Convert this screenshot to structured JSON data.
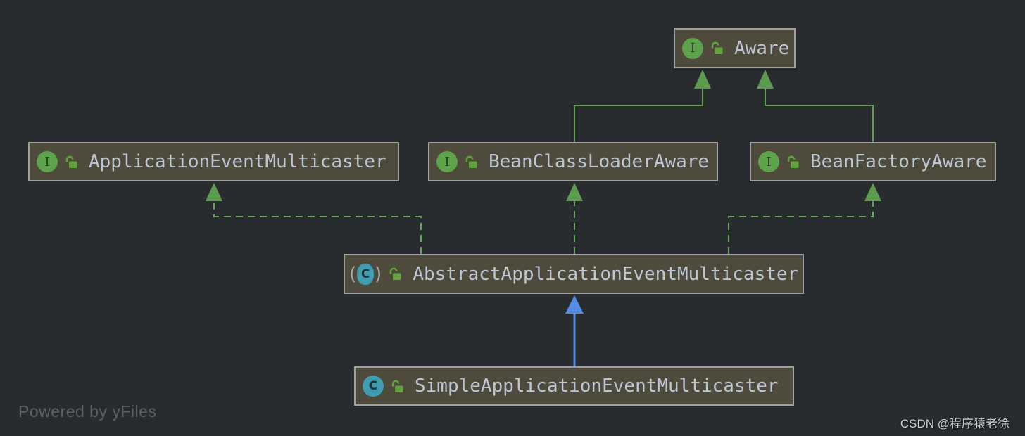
{
  "diagram": {
    "kind": "uml-class-diagram",
    "background": "#292c2e"
  },
  "nodes": [
    {
      "id": "aware",
      "label": "Aware",
      "type": "interface"
    },
    {
      "id": "application-event-multicaster",
      "label": "ApplicationEventMulticaster",
      "type": "interface"
    },
    {
      "id": "bean-class-loader-aware",
      "label": "BeanClassLoaderAware",
      "type": "interface"
    },
    {
      "id": "bean-factory-aware",
      "label": "BeanFactoryAware",
      "type": "interface"
    },
    {
      "id": "abstract-application-event-multicaster",
      "label": "AbstractApplicationEventMulticaster",
      "type": "abstract-class"
    },
    {
      "id": "simple-application-event-multicaster",
      "label": "SimpleApplicationEventMulticaster",
      "type": "class"
    }
  ],
  "icons": {
    "interface_letter": "I",
    "class_letter": "C",
    "paren_open": "(",
    "paren_close": ")",
    "lock": "unlocked-padlock"
  },
  "edges": [
    {
      "from": "BeanClassLoaderAware",
      "to": "Aware",
      "relation": "extends",
      "style": "solid-green"
    },
    {
      "from": "BeanFactoryAware",
      "to": "Aware",
      "relation": "extends",
      "style": "solid-green"
    },
    {
      "from": "AbstractApplicationEventMulticaster",
      "to": "ApplicationEventMulticaster",
      "relation": "implements",
      "style": "dashed-green"
    },
    {
      "from": "AbstractApplicationEventMulticaster",
      "to": "BeanClassLoaderAware",
      "relation": "implements",
      "style": "dashed-green"
    },
    {
      "from": "AbstractApplicationEventMulticaster",
      "to": "BeanFactoryAware",
      "relation": "implements",
      "style": "dashed-green"
    },
    {
      "from": "SimpleApplicationEventMulticaster",
      "to": "AbstractApplicationEventMulticaster",
      "relation": "extends",
      "style": "solid-blue"
    }
  ],
  "colors": {
    "node_fill": "#4e4a3c",
    "node_border": "#a0a0a0",
    "node_text": "#bdc6d4",
    "edge_green": "#5f9e53",
    "edge_blue": "#548be4",
    "interface_icon": "#5fa24c",
    "class_icon": "#3f9cb1",
    "lock_icon": "#62a43e"
  },
  "footer": {
    "powered_by": "Powered by yFiles",
    "watermark": "CSDN @程序猿老徐"
  }
}
